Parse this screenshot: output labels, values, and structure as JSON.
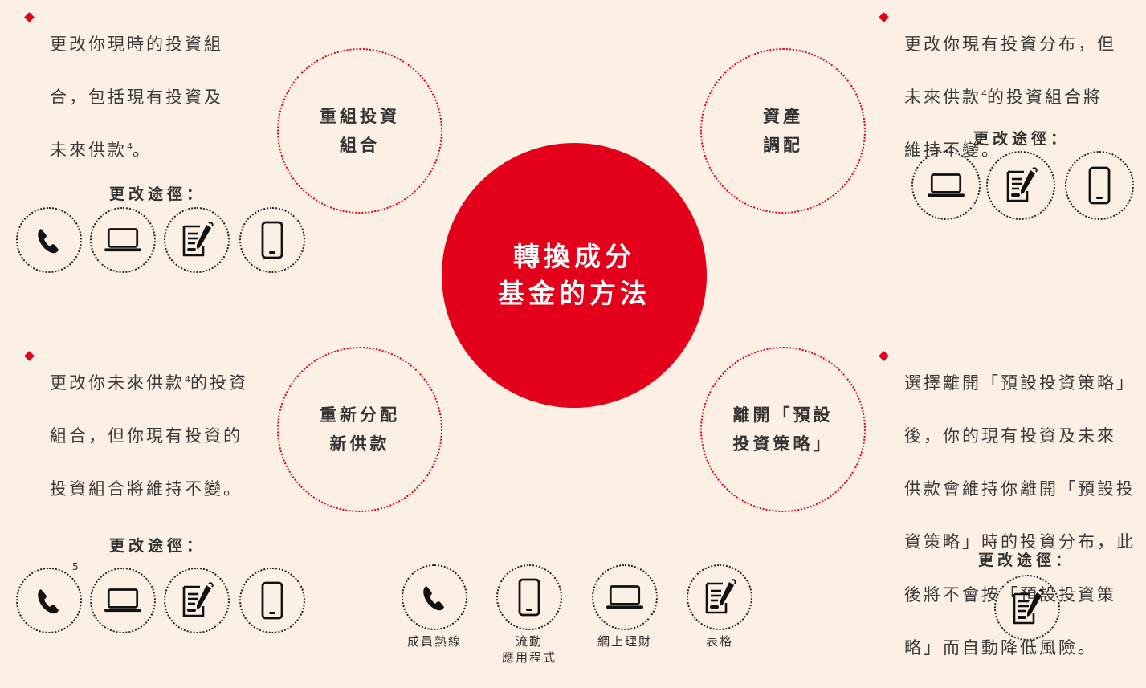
{
  "center": {
    "line1": "轉換成分",
    "line2": "基金的方法"
  },
  "quadrants": {
    "top_left": {
      "circle_line1": "重組投資",
      "circle_line2": "組合",
      "desc_line1": "更改你現時的投資組",
      "desc_line2": "合，包括現有投資及",
      "desc_line3a": "未來供款",
      "desc_sup": "4",
      "desc_line3b": "。",
      "route_title": "更改途徑："
    },
    "top_right": {
      "circle_line1": "資產",
      "circle_line2": "調配",
      "desc_line1": "更改你現有投資分布，但",
      "desc_line2a": "未來供款",
      "desc_sup": "4",
      "desc_line2b": "的投資組合將",
      "desc_line3": "維持不變。",
      "route_title": "更改途徑："
    },
    "bottom_left": {
      "circle_line1": "重新分配",
      "circle_line2": "新供款",
      "desc_line1a": "更改你未來供款",
      "desc_sup": "4",
      "desc_line1b": "的投資",
      "desc_line2": "組合，但你現有投資的",
      "desc_line3": "投資組合將維持不變。",
      "route_title": "更改途徑：",
      "phone_footnote": "5"
    },
    "bottom_right": {
      "circle_line1": "離開「預設",
      "circle_line2": "投資策略」",
      "desc_line1": "選擇離開「預設投資策略」",
      "desc_line2": "後，你的現有投資及未來",
      "desc_line3": "供款會維持你離開「預設投",
      "desc_line4": "資策略」時的投資分布，此",
      "desc_line5": "後將不會按「預設投資策",
      "desc_line6": "略」而自動降低風險。",
      "route_title": "更改途徑："
    }
  },
  "legend": [
    {
      "icon": "phone-icon",
      "label": "成員熱線"
    },
    {
      "icon": "mobile-icon",
      "label_line1": "流動",
      "label_line2": "應用程式"
    },
    {
      "icon": "laptop-icon",
      "label": "網上理財"
    },
    {
      "icon": "form-icon",
      "label": "表格"
    }
  ],
  "colors": {
    "accent": "#e4001b",
    "background": "#fcefe3",
    "text": "#3a3a3a"
  }
}
